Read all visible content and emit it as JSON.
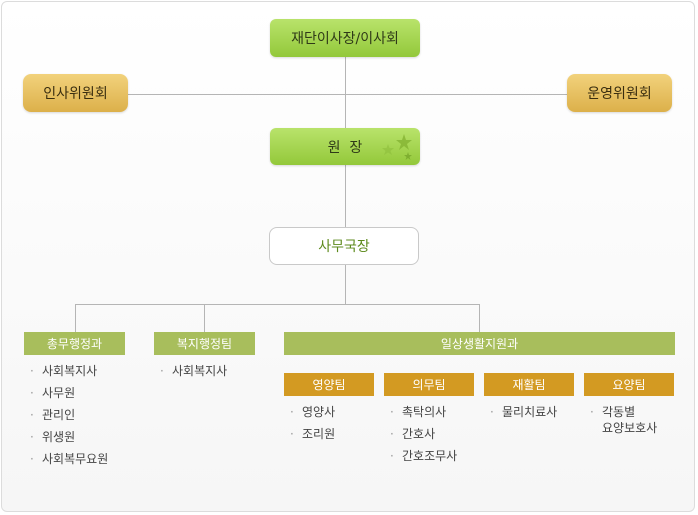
{
  "board": "재단이사장/이사회",
  "left_committee": "인사위원회",
  "right_committee": "운영위원회",
  "director": "원  장",
  "secretary": "사무국장",
  "departments": {
    "general_affairs": {
      "label": "총무행정과",
      "staff": [
        "사회복지사",
        "사무원",
        "관리인",
        "위생원",
        "사회복무요원"
      ]
    },
    "welfare_admin": {
      "label": "복지행정팀",
      "staff": [
        "사회복지사"
      ]
    },
    "daily_life": {
      "label": "일상생활지원과",
      "teams": [
        {
          "label": "영양팀",
          "staff": [
            "영양사",
            "조리원"
          ]
        },
        {
          "label": "의무팀",
          "staff": [
            "촉탁의사",
            "간호사",
            "간호조무사"
          ]
        },
        {
          "label": "재활팀",
          "staff": [
            "물리치료사"
          ]
        },
        {
          "label": "요양팀",
          "staff": [
            "각동별\n요양보호사"
          ]
        }
      ]
    }
  },
  "colors": {
    "green_box": "#a4d34f",
    "gold_box": "#e6c05f",
    "dept_bar": "#a8be5c",
    "team_bar": "#d39a22",
    "secretary_text": "#5d8a1c"
  }
}
